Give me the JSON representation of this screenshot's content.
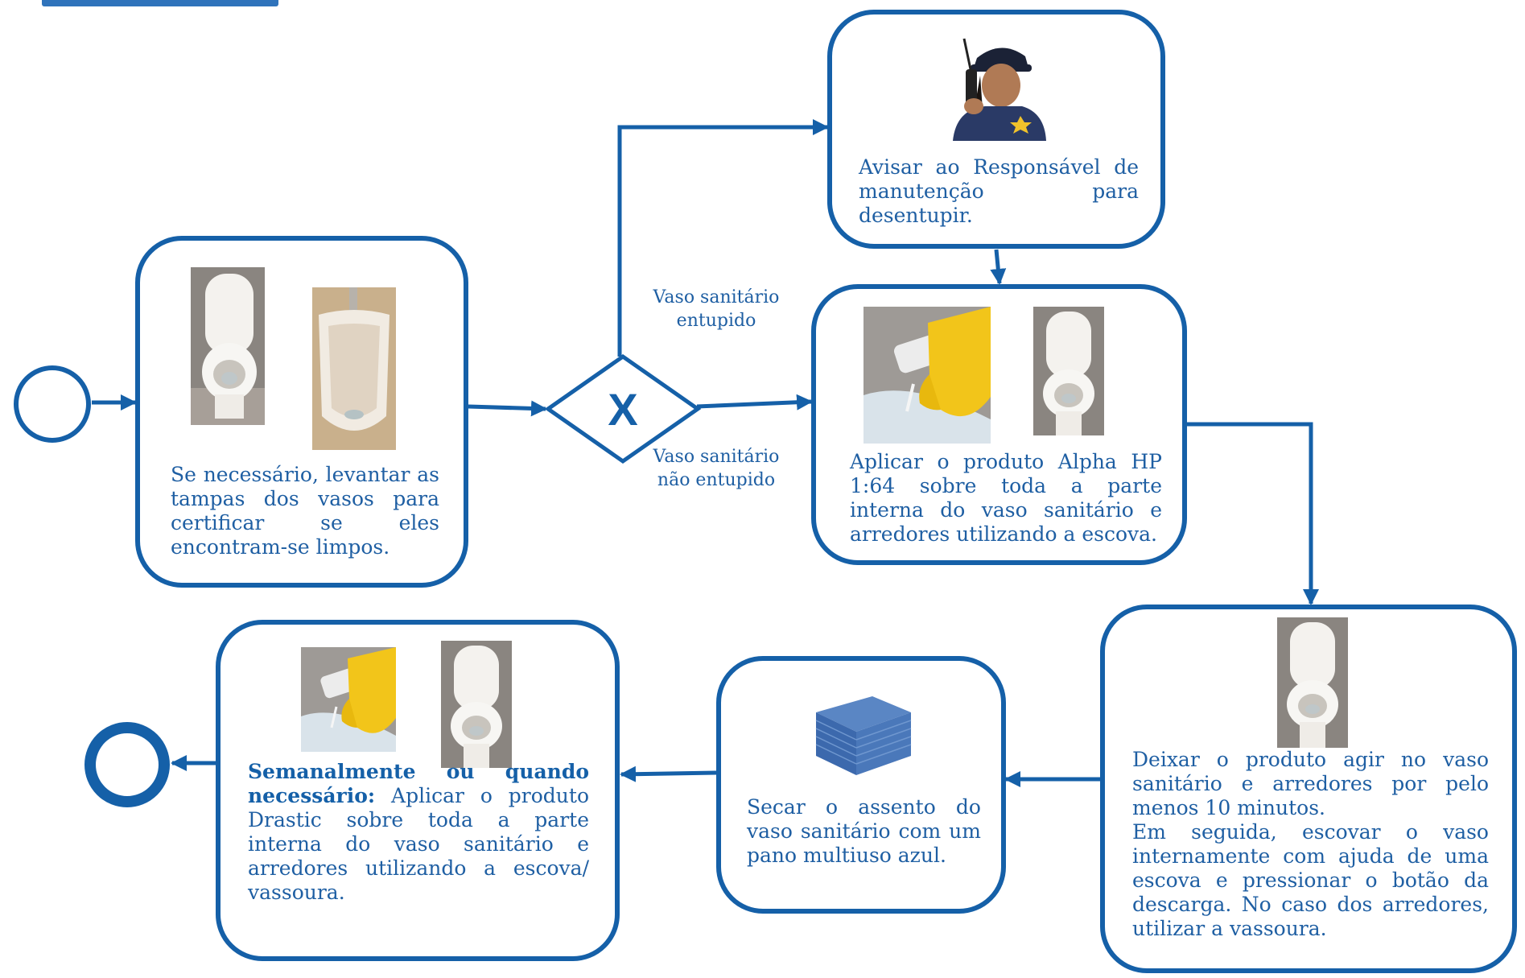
{
  "colors": {
    "stroke": "#1560a8",
    "text": "#1f5fa3",
    "background": "#ffffff"
  },
  "nodes": {
    "start_event": {
      "type": "start-event"
    },
    "task_check_lids": {
      "text": "Se necessário, levantar as tampas dos vasos para certificar se eles encontram-se limpos.",
      "icons": [
        "toilet-photo-icon",
        "urinal-photo-icon"
      ]
    },
    "gateway": {
      "symbol": "X"
    },
    "task_notify_maintenance": {
      "text": "Avisar ao Responsável de manutenção para desentupir.",
      "icons": [
        "worker-radio-photo-icon"
      ]
    },
    "task_apply_alpha": {
      "text": "Aplicar o produto Alpha HP 1:64 sobre toda a parte interna do vaso sanitário e arredores utilizando a escova.",
      "icons": [
        "gloved-hand-cleaning-photo-icon",
        "toilet-photo-icon"
      ]
    },
    "task_let_act": {
      "text_1": "Deixar o produto agir no vaso sanitário e arredores por pelo menos 10 minutos.",
      "text_2": "Em seguida, escovar o vaso internamente com ajuda de uma escova e pressionar o botão da descarga. No caso dos arredores, utilizar a vassoura.",
      "icons": [
        "toilet-photo-icon"
      ]
    },
    "task_dry_seat": {
      "text": "Secar o assento do vaso sanitário com um pano multiuso azul.",
      "icons": [
        "blue-cloth-stack-photo-icon"
      ]
    },
    "task_weekly_drastic": {
      "bold_prefix": "Semanalmente ou quando necessário:",
      "text": "Aplicar o produto Drastic sobre toda a parte interna do vaso sanitário e arredores utilizando a escova/ vassoura.",
      "icons": [
        "gloved-hand-cleaning-photo-icon",
        "toilet-photo-icon"
      ]
    },
    "end_event": {
      "type": "end-event"
    }
  },
  "edge_labels": {
    "clogged": "Vaso sanitário entupido",
    "not_clogged": "Vaso sanitário não entupido"
  },
  "edges": [
    {
      "from": "start_event",
      "to": "task_check_lids"
    },
    {
      "from": "task_check_lids",
      "to": "gateway"
    },
    {
      "from": "gateway",
      "to": "task_notify_maintenance",
      "label": "clogged"
    },
    {
      "from": "gateway",
      "to": "task_apply_alpha",
      "label": "not_clogged"
    },
    {
      "from": "task_notify_maintenance",
      "to": "task_apply_alpha"
    },
    {
      "from": "task_apply_alpha",
      "to": "task_let_act"
    },
    {
      "from": "task_let_act",
      "to": "task_dry_seat"
    },
    {
      "from": "task_dry_seat",
      "to": "task_weekly_drastic"
    },
    {
      "from": "task_weekly_drastic",
      "to": "end_event"
    }
  ]
}
